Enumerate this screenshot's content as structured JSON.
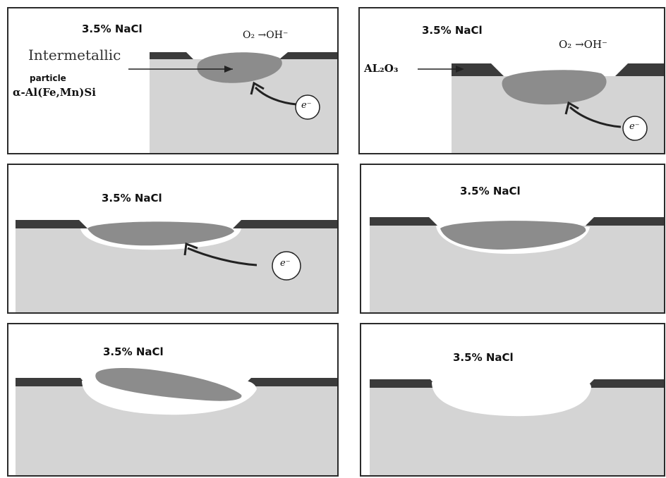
{
  "panels": [
    {
      "label": "3.5% NaCl",
      "reaction": "O₂ →OH⁻",
      "electron": "e⁻",
      "annotations": {
        "particle_title": "Intermetallic",
        "particle_word": "particle",
        "particle_formula": "α-Al(Fe,Mn)Si"
      }
    },
    {
      "label": "3.5% NaCl",
      "reaction": "O₂ →OH⁻",
      "electron": "e⁻",
      "annotations": {
        "oxide": "AL₂O₃"
      }
    },
    {
      "label": "3.5% NaCl",
      "electron": "e⁻"
    },
    {
      "label": "3.5% NaCl"
    },
    {
      "label": "3.5% NaCl"
    },
    {
      "label": "3.5% NaCl"
    }
  ],
  "colors": {
    "metal": "#d4d4d4",
    "oxide": "#3b3b3b",
    "particle": "#8c8c8c",
    "pit": "#ffffff",
    "border": "#2b2b2b"
  }
}
